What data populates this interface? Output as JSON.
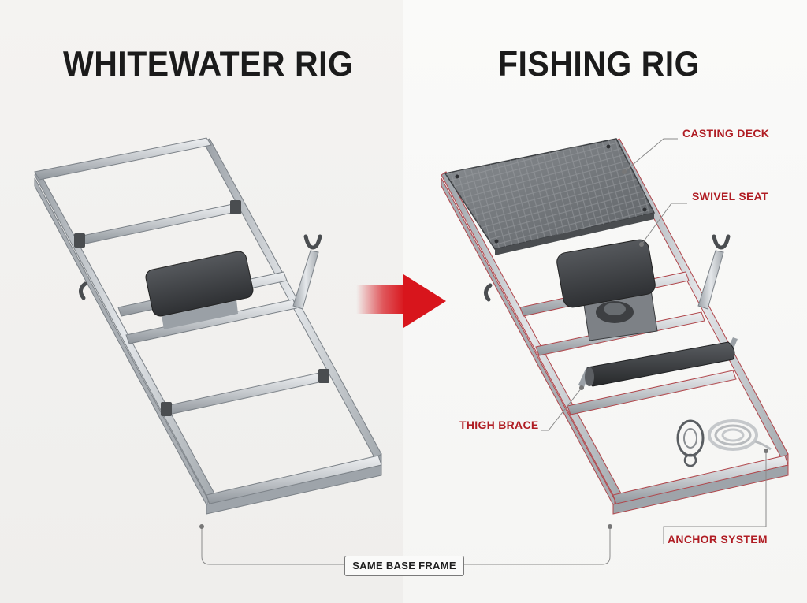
{
  "left_panel": {
    "title": "WHITEWATER RIG"
  },
  "right_panel": {
    "title": "FISHING RIG",
    "callouts": {
      "casting_deck": "CASTING DECK",
      "swivel_seat": "SWIVEL SEAT",
      "thigh_brace": "THIGH BRACE",
      "anchor_system": "ANCHOR SYSTEM"
    }
  },
  "bracket": {
    "label": "SAME BASE FRAME"
  },
  "colors": {
    "accent_red": "#b01d24",
    "arrow_red": "#d8151c",
    "frame_aluminum": "#c9cccf",
    "component_dark": "#3d3f42",
    "title_text": "#1b1b1b"
  }
}
